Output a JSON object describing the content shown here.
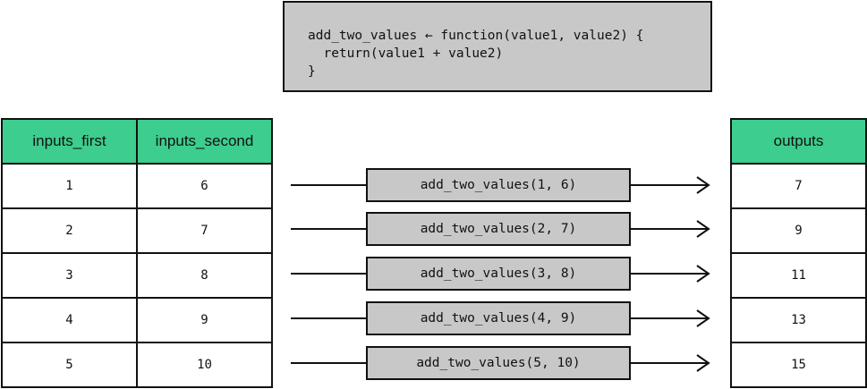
{
  "code": {
    "lines": [
      "add_two_values ← function(value1, value2) {",
      "  return(value1 + value2)",
      "}"
    ]
  },
  "inputs_table": {
    "headers": [
      "inputs_first",
      "inputs_second"
    ],
    "rows": [
      [
        "1",
        "6"
      ],
      [
        "2",
        "7"
      ],
      [
        "3",
        "8"
      ],
      [
        "4",
        "9"
      ],
      [
        "5",
        "10"
      ]
    ]
  },
  "calls": [
    "add_two_values(1, 6)",
    "add_two_values(2, 7)",
    "add_two_values(3, 8)",
    "add_two_values(4, 9)",
    "add_two_values(5, 10)"
  ],
  "outputs_table": {
    "header": "outputs",
    "values": [
      "7",
      "9",
      "11",
      "13",
      "15"
    ]
  },
  "colors": {
    "header_fill": "#3dcd8e",
    "box_fill": "#c8c8c8"
  }
}
